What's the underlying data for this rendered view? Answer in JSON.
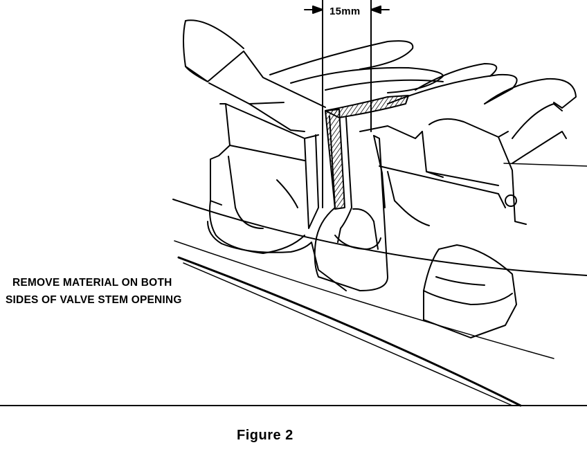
{
  "dimension": {
    "label": "15mm"
  },
  "note": {
    "line1": "REMOVE MATERIAL ON BOTH",
    "line2": "SIDES OF VALVE STEM OPENING"
  },
  "caption": "Figure 2",
  "colors": {
    "ink": "#000000",
    "paper": "#ffffff"
  },
  "illustration": "wheel-cover-valve-stem-opening-drawing"
}
